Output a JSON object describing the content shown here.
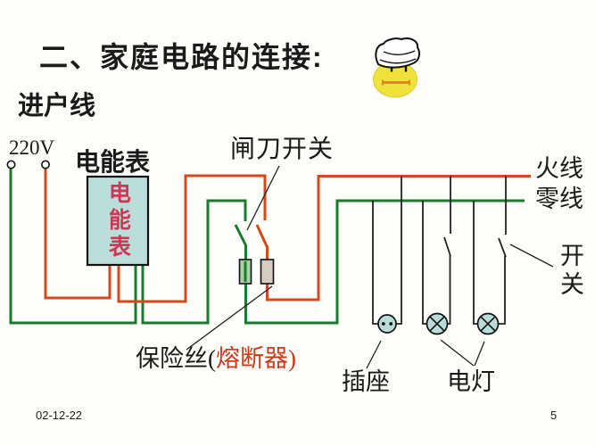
{
  "slide": {
    "title": "二、家庭电路的连接:",
    "entry_line_label": "进户线",
    "footer_date": "02-12-22",
    "page_number": "5"
  },
  "diagram": {
    "voltage": "220V",
    "meter_title": "电能表",
    "meter_box_text": "电能表",
    "knife_switch_label": "闸刀开关",
    "live_wire_label": "火线",
    "neutral_wire_label": "零线",
    "wall_switch_label": "开关",
    "fuse_label_black": "保险丝(",
    "fuse_label_red": "熔断器)",
    "socket_label": "插座",
    "lamp_label": "电灯"
  },
  "icons": {
    "smiley": "smiley-face-with-hat"
  },
  "colors": {
    "ink": "#1a1a1a",
    "live_wire": "#d14a1c",
    "neutral_wire": "#1b7a2e",
    "meter_fill": "#bcdeda",
    "meter_text": "#cc3854",
    "device_fill": "#b9dcd8",
    "fuse_neutral_fill": "#a6d3a4",
    "fuse_live_fill": "#d6ccc2",
    "fuse_label_red": "#cc3a1a",
    "smiley_yellow": "#f0e23c",
    "smiley_mouth": "#d8891f"
  }
}
